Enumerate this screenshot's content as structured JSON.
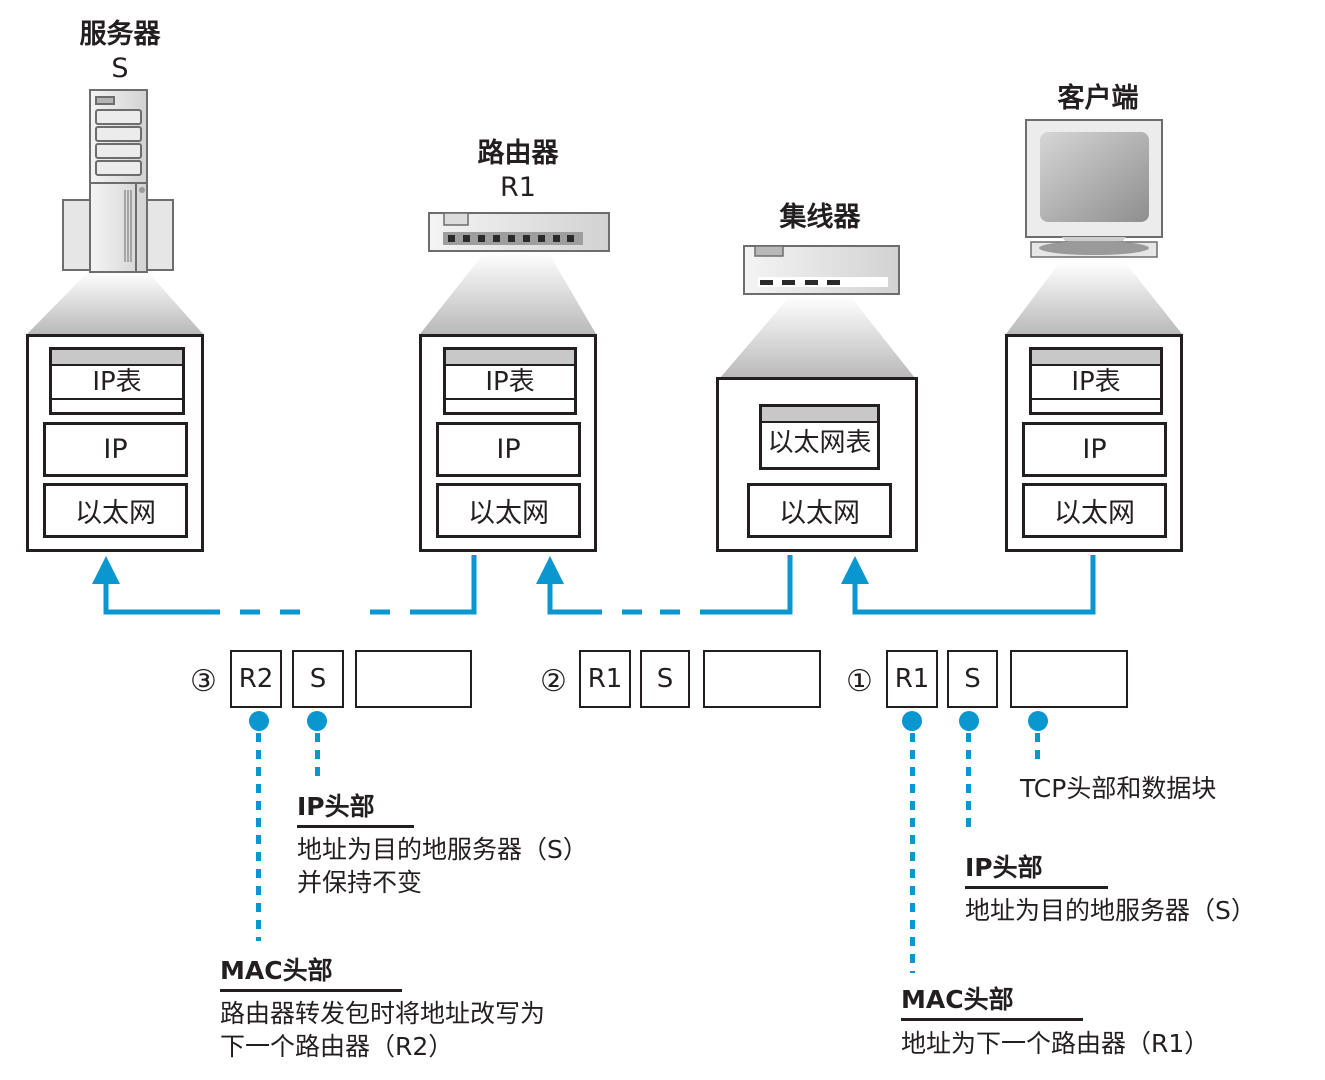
{
  "devices": {
    "server": {
      "name": "服务器",
      "id": "S"
    },
    "router": {
      "name": "路由器",
      "id": "R1"
    },
    "hub": {
      "name": "集线器"
    },
    "client": {
      "name": "客户端"
    }
  },
  "stacks": {
    "server": {
      "table": "IP表",
      "ip": "IP",
      "ethernet": "以太网"
    },
    "router": {
      "table": "IP表",
      "ip": "IP",
      "ethernet": "以太网"
    },
    "hub": {
      "table": "以太网表",
      "ethernet": "以太网"
    },
    "client": {
      "table": "IP表",
      "ip": "IP",
      "ethernet": "以太网"
    }
  },
  "packets": [
    {
      "step": "③",
      "mac": "R2",
      "ip": "S",
      "payload": ""
    },
    {
      "step": "②",
      "mac": "R1",
      "ip": "S",
      "payload": ""
    },
    {
      "step": "①",
      "mac": "R1",
      "ip": "S",
      "payload": ""
    }
  ],
  "annotations": {
    "tcp": {
      "text": "TCP头部和数据块"
    },
    "ip_left": {
      "heading": "IP头部",
      "body": "地址为目的地服务器（S）\n并保持不变"
    },
    "mac_left": {
      "heading": "MAC头部",
      "body": "路由器转发包时将地址改写为\n下一个路由器（R2）"
    },
    "ip_right": {
      "heading": "IP头部",
      "body": "地址为目的地服务器（S）"
    },
    "mac_right": {
      "heading": "MAC头部",
      "body": "地址为下一个路由器（R1）"
    }
  },
  "colors": {
    "accent": "#0a96cf",
    "line": "#231f20",
    "device_gray": "#c8c8c8"
  }
}
